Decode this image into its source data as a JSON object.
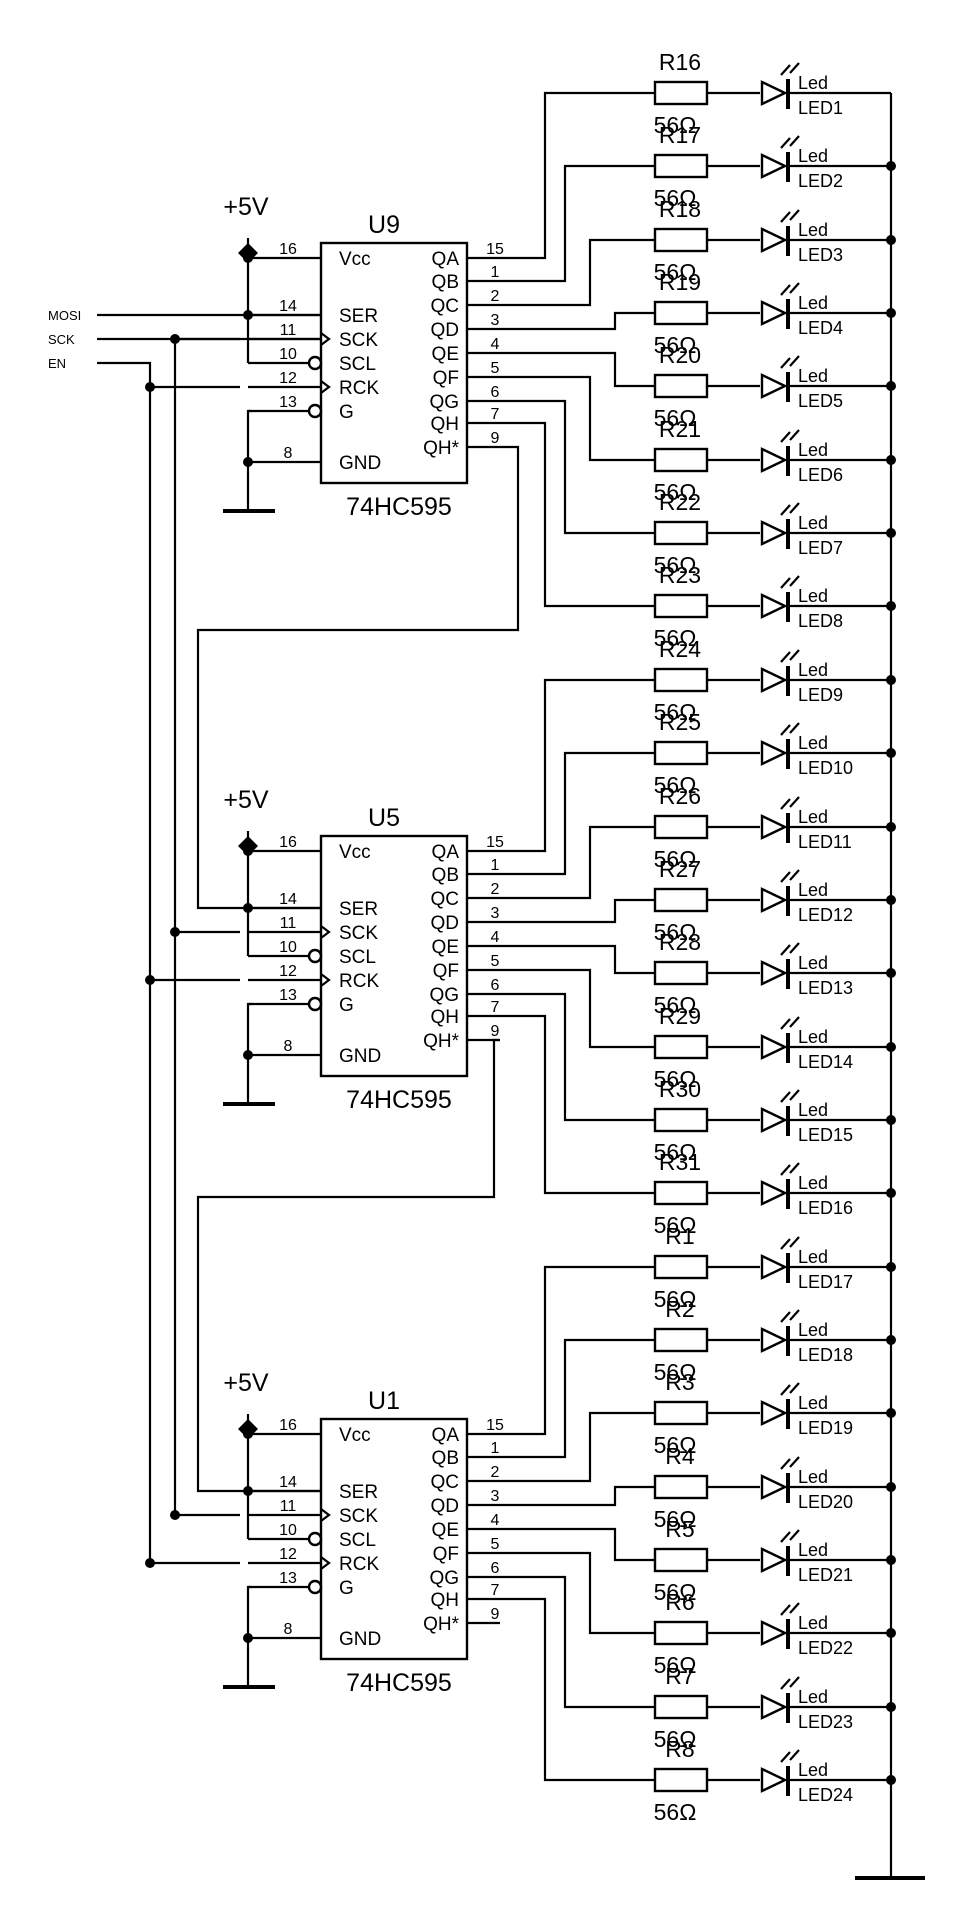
{
  "supply_label": "+5V",
  "signals": [
    "MOSI",
    "SCK",
    "EN"
  ],
  "chips": [
    {
      "ref": "U9",
      "part": "74HC595",
      "left_pins": [
        {
          "num": "16",
          "name": "Vcc"
        },
        {
          "num": "14",
          "name": "SER"
        },
        {
          "num": "11",
          "name": "SCK"
        },
        {
          "num": "10",
          "name": "SCL"
        },
        {
          "num": "12",
          "name": "RCK"
        },
        {
          "num": "13",
          "name": "G"
        },
        {
          "num": "8",
          "name": "GND"
        }
      ],
      "right_pins": [
        {
          "num": "15",
          "name": "QA"
        },
        {
          "num": "1",
          "name": "QB"
        },
        {
          "num": "2",
          "name": "QC"
        },
        {
          "num": "3",
          "name": "QD"
        },
        {
          "num": "4",
          "name": "QE"
        },
        {
          "num": "5",
          "name": "QF"
        },
        {
          "num": "6",
          "name": "QG"
        },
        {
          "num": "7",
          "name": "QH"
        },
        {
          "num": "9",
          "name": "QH*"
        }
      ]
    },
    {
      "ref": "U5",
      "part": "74HC595",
      "left_pins": [
        {
          "num": "16",
          "name": "Vcc"
        },
        {
          "num": "14",
          "name": "SER"
        },
        {
          "num": "11",
          "name": "SCK"
        },
        {
          "num": "10",
          "name": "SCL"
        },
        {
          "num": "12",
          "name": "RCK"
        },
        {
          "num": "13",
          "name": "G"
        },
        {
          "num": "8",
          "name": "GND"
        }
      ],
      "right_pins": [
        {
          "num": "15",
          "name": "QA"
        },
        {
          "num": "1",
          "name": "QB"
        },
        {
          "num": "2",
          "name": "QC"
        },
        {
          "num": "3",
          "name": "QD"
        },
        {
          "num": "4",
          "name": "QE"
        },
        {
          "num": "5",
          "name": "QF"
        },
        {
          "num": "6",
          "name": "QG"
        },
        {
          "num": "7",
          "name": "QH"
        },
        {
          "num": "9",
          "name": "QH*"
        }
      ]
    },
    {
      "ref": "U1",
      "part": "74HC595",
      "left_pins": [
        {
          "num": "16",
          "name": "Vcc"
        },
        {
          "num": "14",
          "name": "SER"
        },
        {
          "num": "11",
          "name": "SCK"
        },
        {
          "num": "10",
          "name": "SCL"
        },
        {
          "num": "12",
          "name": "RCK"
        },
        {
          "num": "13",
          "name": "G"
        },
        {
          "num": "8",
          "name": "GND"
        }
      ],
      "right_pins": [
        {
          "num": "15",
          "name": "QA"
        },
        {
          "num": "1",
          "name": "QB"
        },
        {
          "num": "2",
          "name": "QC"
        },
        {
          "num": "3",
          "name": "QD"
        },
        {
          "num": "4",
          "name": "QE"
        },
        {
          "num": "5",
          "name": "QF"
        },
        {
          "num": "6",
          "name": "QG"
        },
        {
          "num": "7",
          "name": "QH"
        },
        {
          "num": "9",
          "name": "QH*"
        }
      ]
    }
  ],
  "resistors": [
    {
      "ref": "R16",
      "value": "56Ω"
    },
    {
      "ref": "R17",
      "value": "56Ω"
    },
    {
      "ref": "R18",
      "value": "56Ω"
    },
    {
      "ref": "R19",
      "value": "56Ω"
    },
    {
      "ref": "R20",
      "value": "56Ω"
    },
    {
      "ref": "R21",
      "value": "56Ω"
    },
    {
      "ref": "R22",
      "value": "56Ω"
    },
    {
      "ref": "R23",
      "value": "56Ω"
    },
    {
      "ref": "R24",
      "value": "56Ω"
    },
    {
      "ref": "R25",
      "value": "56Ω"
    },
    {
      "ref": "R26",
      "value": "56Ω"
    },
    {
      "ref": "R27",
      "value": "56Ω"
    },
    {
      "ref": "R28",
      "value": "56Ω"
    },
    {
      "ref": "R29",
      "value": "56Ω"
    },
    {
      "ref": "R30",
      "value": "56Ω"
    },
    {
      "ref": "R31",
      "value": "56Ω"
    },
    {
      "ref": "R1",
      "value": "56Ω"
    },
    {
      "ref": "R2",
      "value": "56Ω"
    },
    {
      "ref": "R3",
      "value": "56Ω"
    },
    {
      "ref": "R4",
      "value": "56Ω"
    },
    {
      "ref": "R5",
      "value": "56Ω"
    },
    {
      "ref": "R6",
      "value": "56Ω"
    },
    {
      "ref": "R7",
      "value": "56Ω"
    },
    {
      "ref": "R8",
      "value": "56Ω"
    }
  ],
  "leds": [
    {
      "type": "Led",
      "ref": "LED1"
    },
    {
      "type": "Led",
      "ref": "LED2"
    },
    {
      "type": "Led",
      "ref": "LED3"
    },
    {
      "type": "Led",
      "ref": "LED4"
    },
    {
      "type": "Led",
      "ref": "LED5"
    },
    {
      "type": "Led",
      "ref": "LED6"
    },
    {
      "type": "Led",
      "ref": "LED7"
    },
    {
      "type": "Led",
      "ref": "LED8"
    },
    {
      "type": "Led",
      "ref": "LED9"
    },
    {
      "type": "Led",
      "ref": "LED10"
    },
    {
      "type": "Led",
      "ref": "LED11"
    },
    {
      "type": "Led",
      "ref": "LED12"
    },
    {
      "type": "Led",
      "ref": "LED13"
    },
    {
      "type": "Led",
      "ref": "LED14"
    },
    {
      "type": "Led",
      "ref": "LED15"
    },
    {
      "type": "Led",
      "ref": "LED16"
    },
    {
      "type": "Led",
      "ref": "LED17"
    },
    {
      "type": "Led",
      "ref": "LED18"
    },
    {
      "type": "Led",
      "ref": "LED19"
    },
    {
      "type": "Led",
      "ref": "LED20"
    },
    {
      "type": "Led",
      "ref": "LED21"
    },
    {
      "type": "Led",
      "ref": "LED22"
    },
    {
      "type": "Led",
      "ref": "LED23"
    },
    {
      "type": "Led",
      "ref": "LED24"
    }
  ]
}
